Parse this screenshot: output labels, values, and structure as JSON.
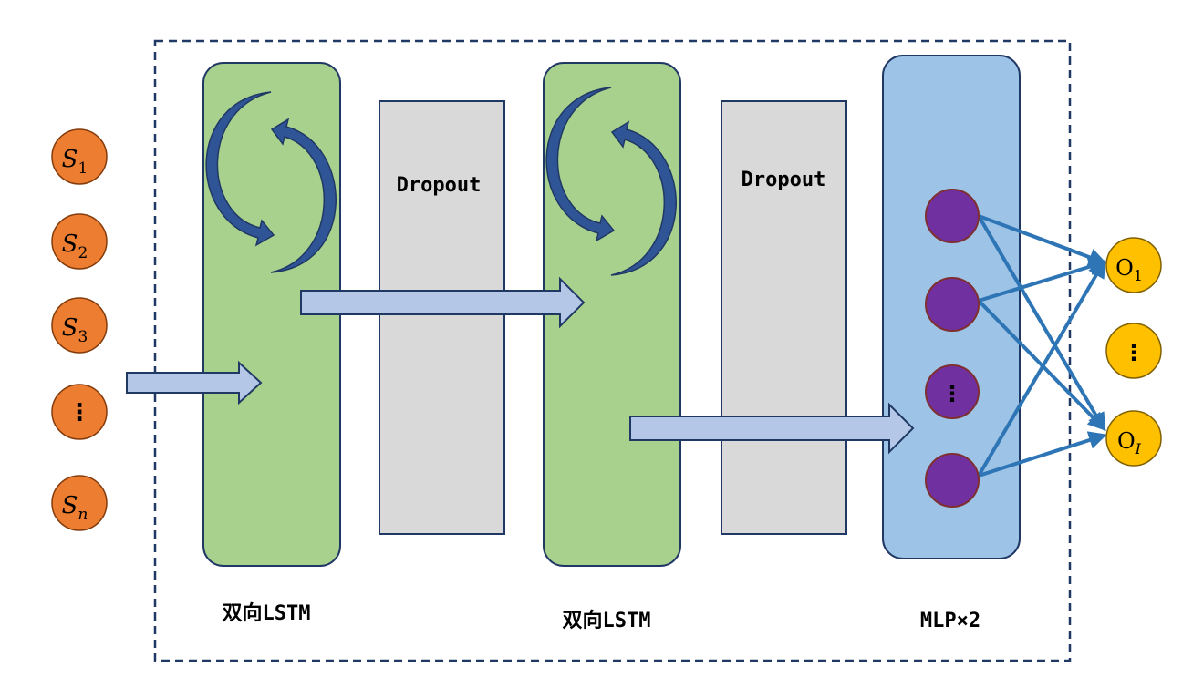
{
  "inputs": [
    {
      "sym": "S",
      "sub": "1"
    },
    {
      "sym": "S",
      "sub": "2"
    },
    {
      "sym": "S",
      "sub": "3"
    },
    {
      "sym": "⋮",
      "sub": ""
    },
    {
      "sym": "S",
      "sub": "n"
    }
  ],
  "layers": {
    "lstm1_label": "双向LSTM",
    "dropout1_label": "Dropout",
    "lstm2_label": "双向LSTM",
    "dropout2_label": "Dropout",
    "mlp_label": "MLP×2",
    "mlp_dots": "⋮"
  },
  "outputs": [
    {
      "sym": "O",
      "sub": "1"
    },
    {
      "sym": "⋮",
      "sub": ""
    },
    {
      "sym": "O",
      "sub": "I"
    }
  ],
  "colors": {
    "input_fill": "#ed7d31",
    "lstm_fill": "#a9d18e",
    "dropout_fill": "#d9d9d9",
    "mlp_fill": "#9dc3e6",
    "neuron_fill": "#7030a0",
    "output_fill": "#ffc000",
    "arrow_fill": "#b4c7e7",
    "connection": "#2e75b6",
    "outline": "#203864"
  }
}
